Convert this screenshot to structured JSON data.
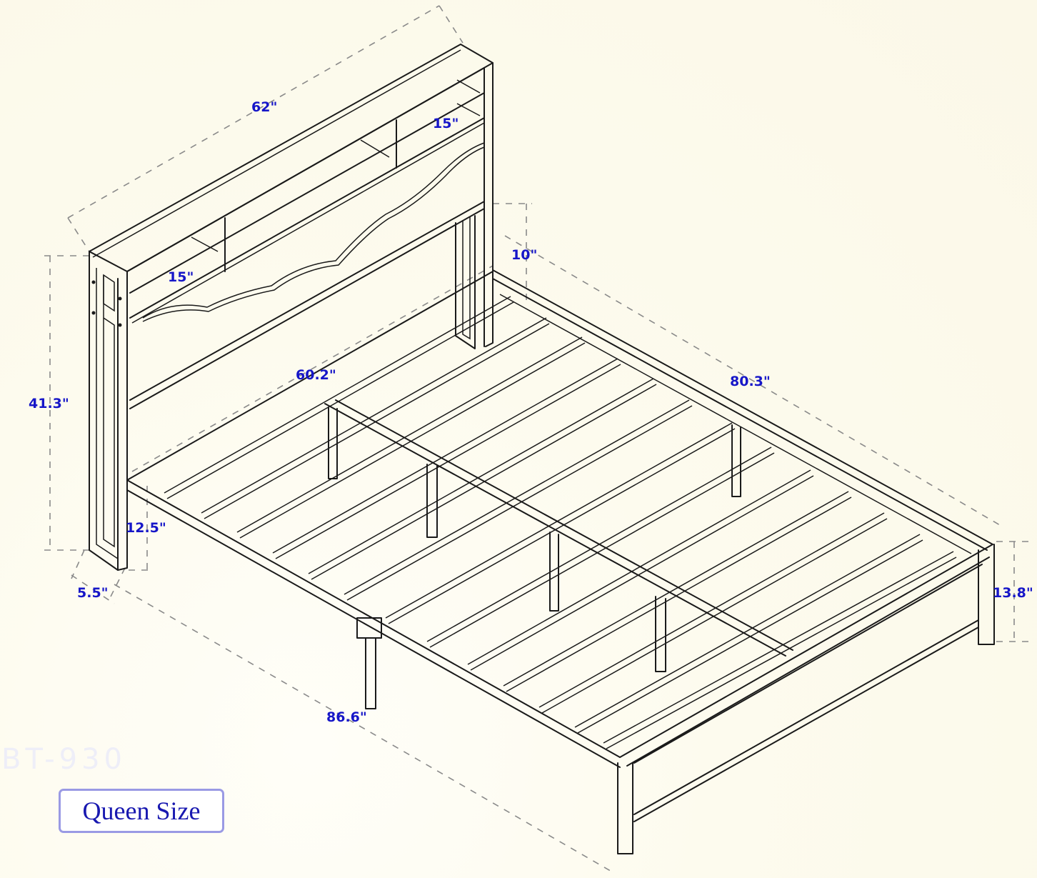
{
  "product": {
    "size_label": "Queen Size",
    "watermark": "BT-930"
  },
  "dimensions": {
    "headboard_width": "62\"",
    "shelf_left_width": "15\"",
    "shelf_right_width": "15\"",
    "headboard_height": "41.3\"",
    "bed_height_under_frame": "12.5\"",
    "headboard_depth": "5.5\"",
    "headboard_rise_above_rail": "10\"",
    "inner_width": "60.2\"",
    "inner_length": "80.3\"",
    "overall_length": "86.6\"",
    "footboard_height": "13.8\""
  },
  "colors": {
    "label_blue": "#1616c8",
    "line": "#1a1a1a",
    "dimension_line": "#8a8a8a",
    "background": "#fcf9ec",
    "badge_border": "#9a9ae4"
  }
}
